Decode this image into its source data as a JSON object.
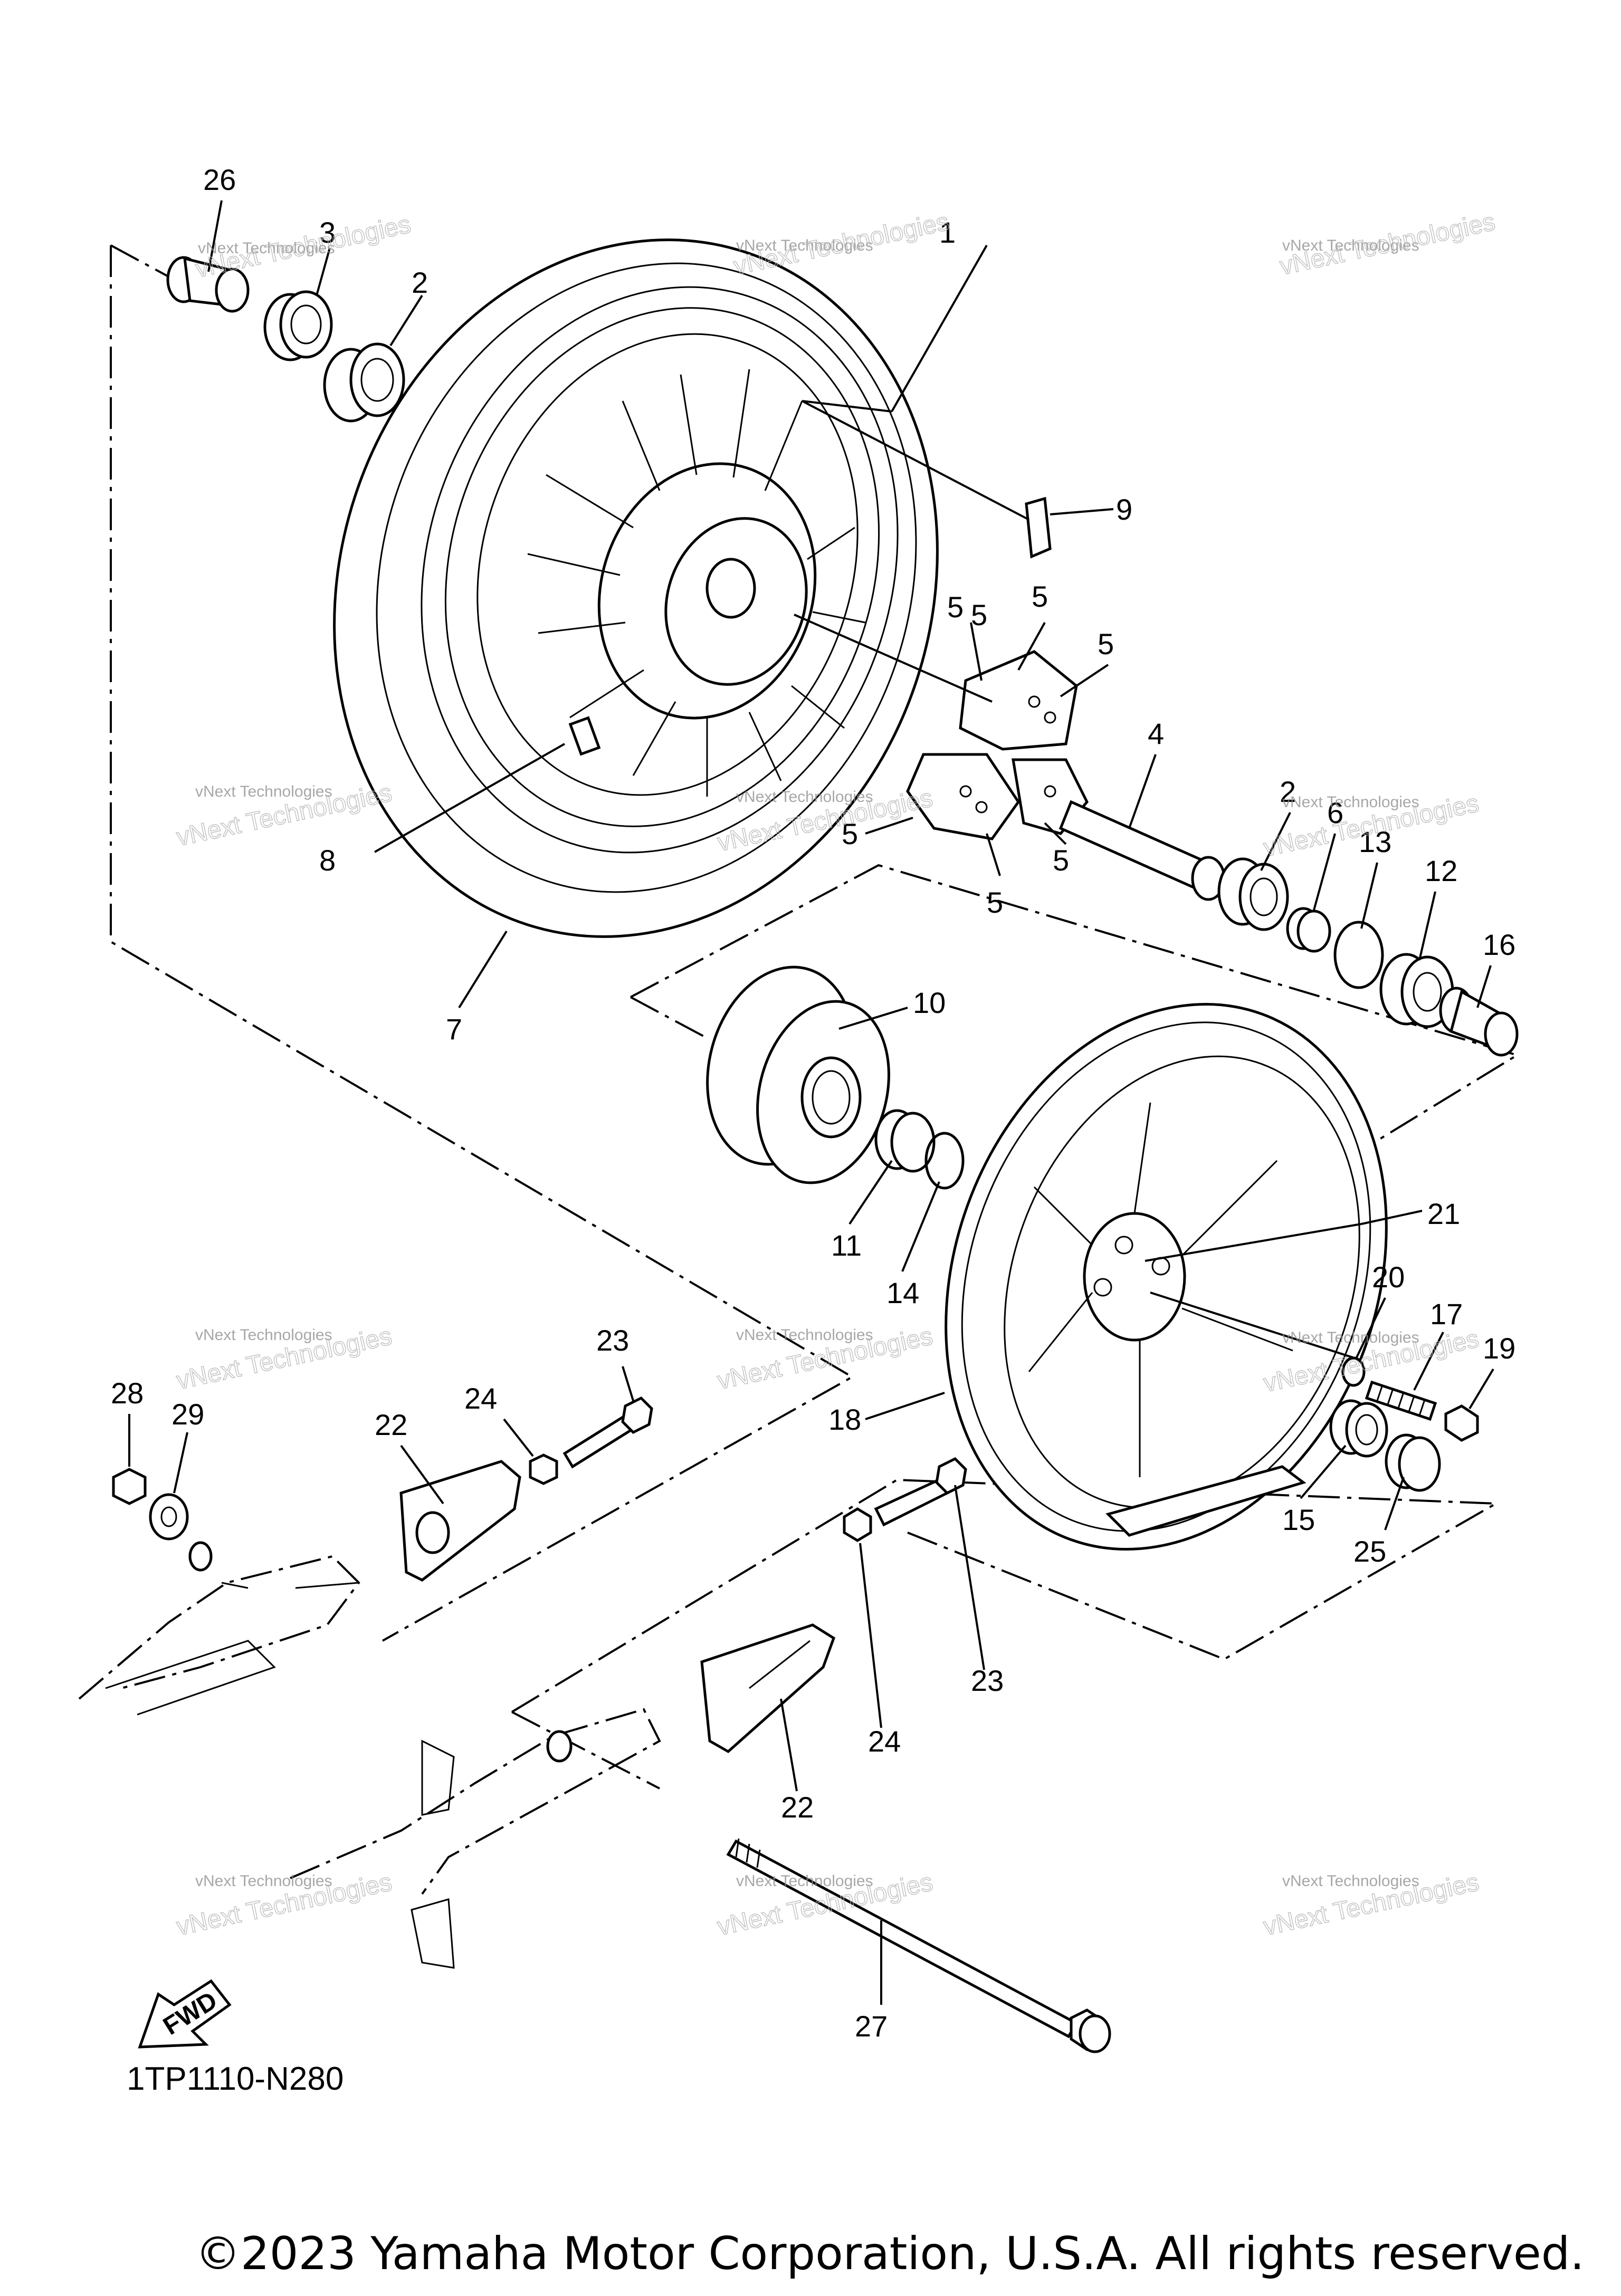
{
  "diagram_code": "1TP1110-N280",
  "copyright": "©2023 Yamaha Motor Corporation, U.S.A. All rights reserved.",
  "fwd_label": "FWD",
  "watermark_text": "vNext Technologies",
  "watermark_large": "vNext Technologies",
  "callouts": [
    "26",
    "3",
    "2",
    "1",
    "9",
    "5",
    "5",
    "5",
    "5",
    "5",
    "5",
    "5",
    "4",
    "2",
    "6",
    "13",
    "12",
    "16",
    "8",
    "7",
    "10",
    "11",
    "14",
    "21",
    "20",
    "17",
    "19",
    "18",
    "15",
    "25",
    "28",
    "29",
    "22",
    "24",
    "23",
    "23",
    "24",
    "22",
    "27"
  ]
}
